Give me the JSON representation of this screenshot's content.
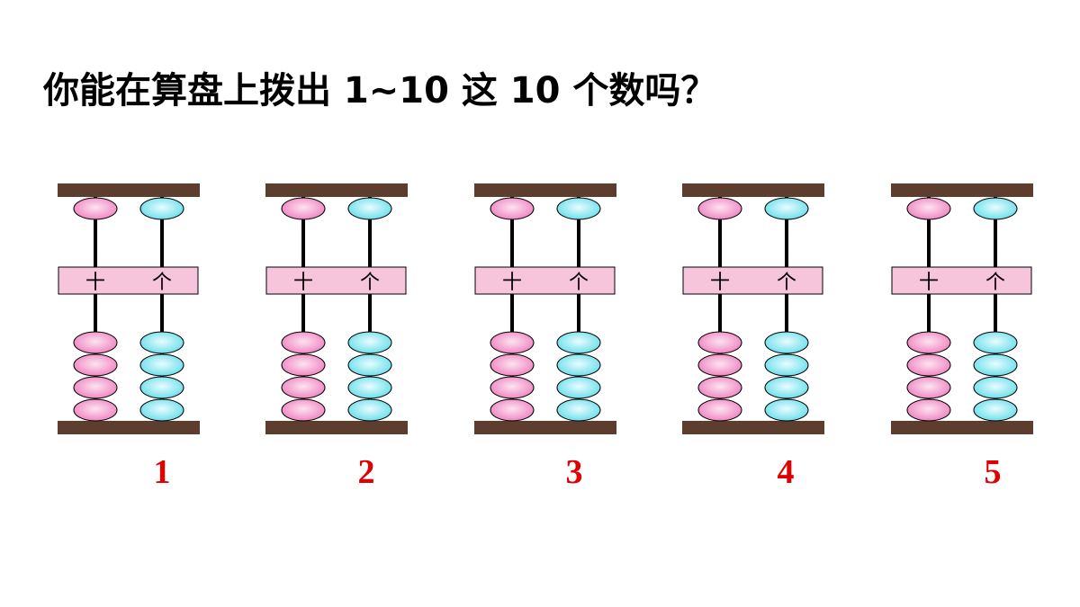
{
  "question": "你能在算盘上拨出 1~10 这 10 个数吗？",
  "rod_labels": {
    "tens": "十",
    "ones": "个"
  },
  "numbers": [
    "1",
    "2",
    "3",
    "4",
    "5"
  ],
  "colors": {
    "frame": "#5c3d2e",
    "beam": "#f6c5dc",
    "tens_bead": "#f48cc4",
    "ones_bead": "#7fe6f0"
  }
}
